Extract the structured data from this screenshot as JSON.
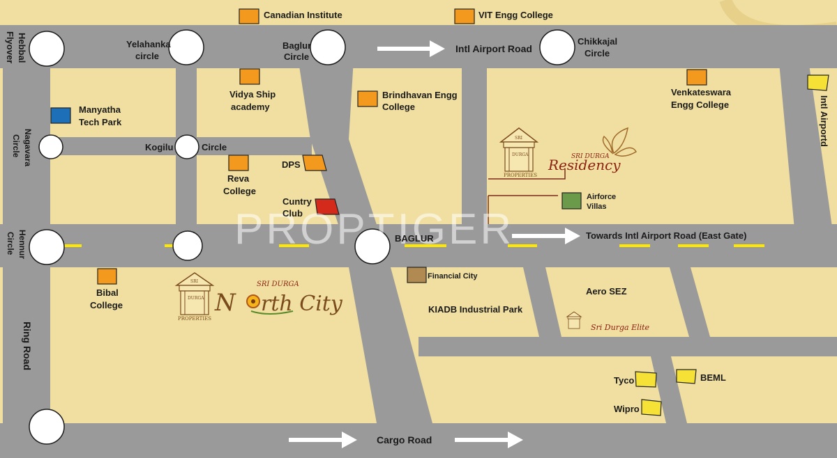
{
  "watermark": "PROPTIGER",
  "roads": {
    "intl_airport_road": "Intl Airport Road",
    "towards_east_gate": "Towards Intl Airport Road (East Gate)",
    "cargo_road": "Cargo Road",
    "ring_road": "Ring Road",
    "intl_airport_vertical": "Intl Airportd",
    "baglur": "BAGLUR",
    "kogilu": "Kogilu",
    "circle": "Circle"
  },
  "circles": {
    "hebbal_l1": "Hebbal",
    "hebbal_l2": "Flyover",
    "yelahanka_l1": "Yelahanka",
    "yelahanka_l2": "circle",
    "baglur_l1": "Baglur",
    "baglur_l2": "Circle",
    "chikkajal_l1": "Chikkajal",
    "chikkajal_l2": "Circle",
    "nagavara_l1": "Nagavara",
    "nagavara_l2": "Circle",
    "hennur_l1": "Hennur",
    "hennur_l2": "Circle"
  },
  "landmarks": {
    "canadian_institute": "Canadian Institute",
    "vit_college": "VIT Engg College",
    "vidya_l1": "Vidya Ship",
    "vidya_l2": "academy",
    "brindhavan_l1": "Brindhavan Engg",
    "brindhavan_l2": "College",
    "venkateswara_l1": "Venkateswara",
    "venkateswara_l2": "Engg College",
    "manyatha_l1": "Manyatha",
    "manyatha_l2": "Tech Park",
    "reva_l1": "Reva",
    "reva_l2": "College",
    "dps": "DPS",
    "country_l1": "Cuntry",
    "country_l2": "Club",
    "airforce_l1": "Airforce",
    "airforce_l2": "Villas",
    "bibal_l1": "Bibal",
    "bibal_l2": "College",
    "financial_city": "Financial City",
    "kiadb": "KIADB Industrial Park",
    "aero_sez": "Aero SEZ",
    "tyco": "Tyco",
    "wipro": "Wipro",
    "beml": "BEML"
  },
  "projects": {
    "residency_brand": "SRI DURGA",
    "residency_name": "Residency",
    "north_city_brand": "SRI DURGA",
    "north_city_n": "N",
    "north_city_rest": "rth City",
    "elite_name": "Sri Durga Elite",
    "logo_sri": "SRI",
    "logo_durga": "DURGA",
    "logo_properties": "PROPERTIES"
  },
  "colors": {
    "background": "#f0dfa0",
    "road": "#9a9a9a",
    "education_marker": "#f39a1e",
    "tech_park_marker": "#1d6fb8",
    "club_marker": "#d42a1c",
    "villas_marker": "#6a9a4a",
    "financial_marker": "#b08a50",
    "industry_marker": "#f6e236"
  }
}
